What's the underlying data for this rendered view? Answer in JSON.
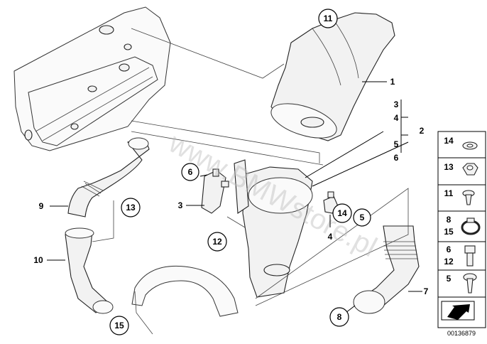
{
  "watermark": "www.BMWstore.pl",
  "diagram_id": "00136879",
  "callouts": {
    "c1": "1",
    "c2": "2",
    "c3a": "3",
    "c4a": "4",
    "c5a": "5",
    "c6a": "6",
    "c3b": "3",
    "c4b": "4",
    "c5b": "5",
    "c6b": "6",
    "c7": "7",
    "c8": "8",
    "c9": "9",
    "c10": "10",
    "c11": "11",
    "c12": "12",
    "c13": "13",
    "c14": "14",
    "c15": "15"
  },
  "sidebar": {
    "items": [
      {
        "label": "14"
      },
      {
        "label": "13"
      },
      {
        "label": "11"
      },
      {
        "label": "8",
        "label2": "15"
      },
      {
        "label": "6",
        "label2": "12"
      },
      {
        "label": "5"
      }
    ]
  },
  "icons": {
    "washer": "washer-icon",
    "nut": "nut-icon",
    "expanding_rivet": "expanding-rivet-icon",
    "hose_clamp": "hose-clamp-icon",
    "hex_bolt": "hex-bolt-icon",
    "screw": "screw-icon",
    "arrow": "direction-arrow-icon"
  }
}
